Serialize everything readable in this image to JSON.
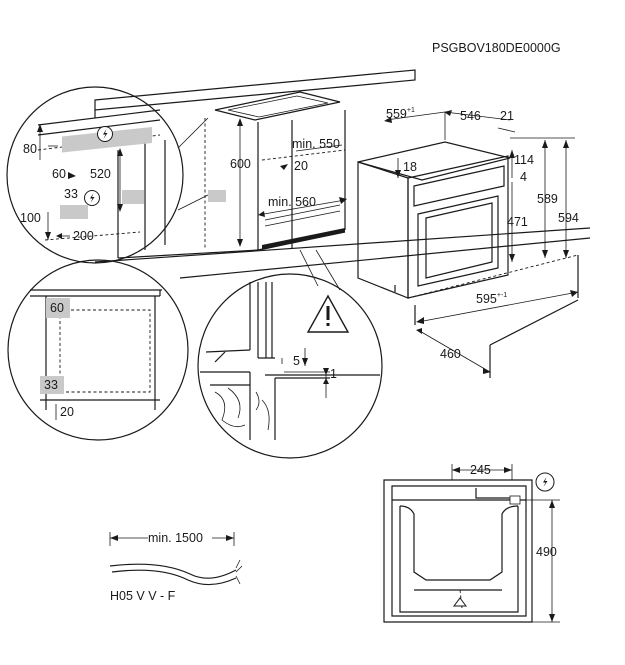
{
  "model_code": "PSGBOV180DE0000G",
  "cabinet": {
    "d_80": "80",
    "d_600": "600",
    "d_520": "520",
    "d_60": "60",
    "d_33": "33",
    "d_100": "100",
    "d_200": "200",
    "d_min550": "min. 550",
    "d_20": "20",
    "d_min560": "min. 560"
  },
  "oven": {
    "d_559": "559",
    "d_559_tol": "+1",
    "d_546": "546",
    "d_21": "21",
    "d_18": "18",
    "d_114": "114",
    "d_4": "4",
    "d_471": "471",
    "d_589": "589",
    "d_594": "594",
    "d_595": "595",
    "d_595_tol": "+-1",
    "d_460": "460"
  },
  "side_detail": {
    "d_60": "60",
    "d_33": "33",
    "d_20": "20"
  },
  "warning_detail": {
    "d_5": "5",
    "d_1": "1"
  },
  "cable": {
    "d_min1500": "min. 1500",
    "type": "H05 V V - F"
  },
  "front_view": {
    "d_245": "245",
    "d_490": "490"
  }
}
